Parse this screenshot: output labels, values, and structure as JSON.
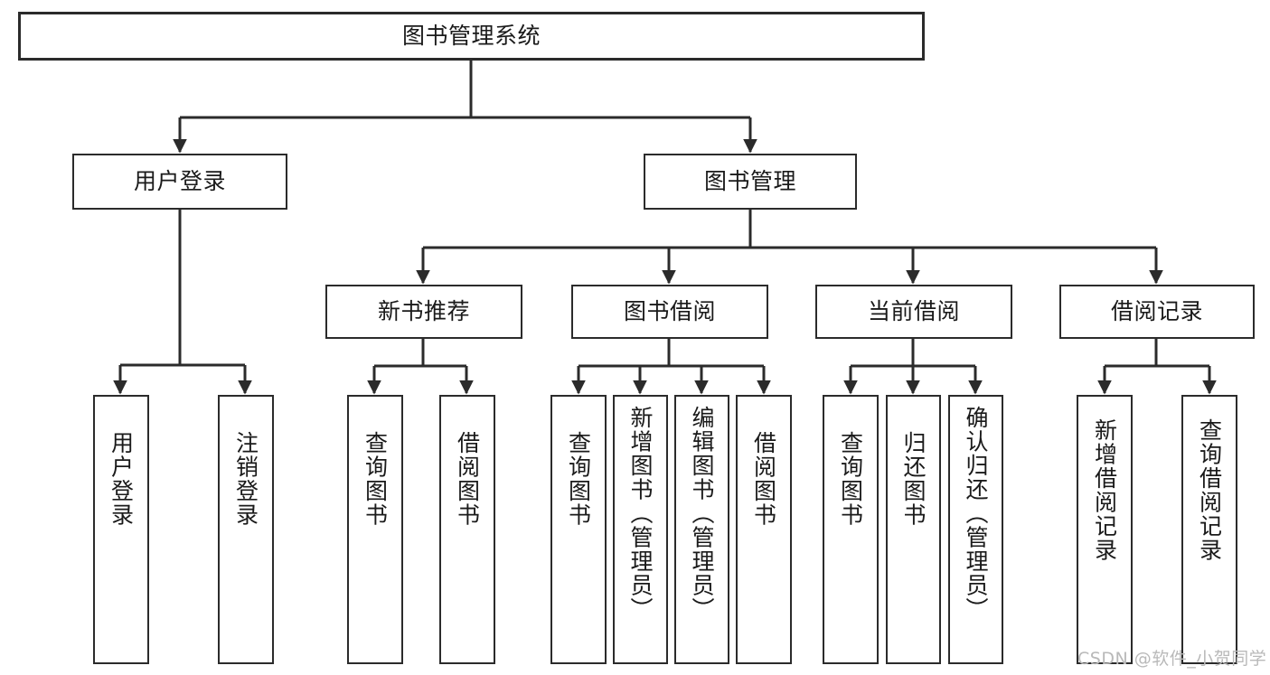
{
  "diagram": {
    "title": "图书管理系统",
    "type": "tree-flowchart",
    "stroke_color": "#2b2b2b",
    "fill_color": "#ffffff",
    "text_color": "#1a1a1a",
    "nodes": {
      "root": {
        "label": "图书管理系统"
      },
      "level1": [
        {
          "label": "用户登录"
        },
        {
          "label": "图书管理"
        }
      ],
      "level2": [
        {
          "label": "新书推荐"
        },
        {
          "label": "图书借阅"
        },
        {
          "label": "当前借阅"
        },
        {
          "label": "借阅记录"
        }
      ],
      "leaves": {
        "user_login": [
          {
            "label": "用户登录"
          },
          {
            "label": "注销登录"
          }
        ],
        "new_book": [
          {
            "label": "查询图书"
          },
          {
            "label": "借阅图书"
          }
        ],
        "book_borrow": [
          {
            "label": "查询图书"
          },
          {
            "label": "新增图书（管理员）"
          },
          {
            "label": "编辑图书（管理员）"
          },
          {
            "label": "借阅图书"
          }
        ],
        "current_borrow": [
          {
            "label": "查询图书"
          },
          {
            "label": "归还图书"
          },
          {
            "label": "确认归还（管理员）"
          }
        ],
        "borrow_record": [
          {
            "label": "新增借阅记录"
          },
          {
            "label": "查询借阅记录"
          }
        ]
      }
    }
  },
  "watermark": {
    "text": "CSDN @软件_小贺同学"
  }
}
